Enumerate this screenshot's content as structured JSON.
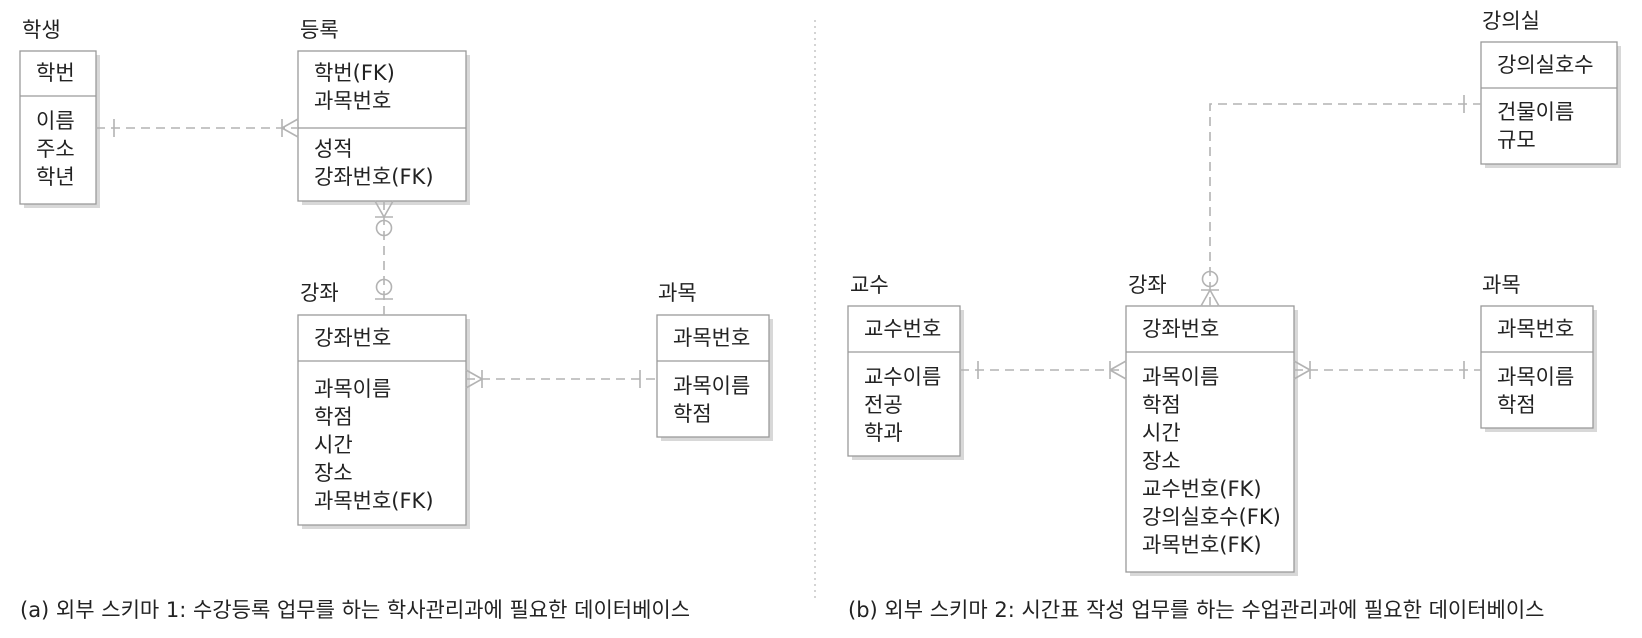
{
  "schema_a": {
    "caption": "(a) 외부 스키마 1: 수강등록 업무를 하는 학사관리과에 필요한 데이터베이스",
    "student": {
      "title": "학생",
      "key": [
        "학번"
      ],
      "attrs": [
        "이름",
        "주소",
        "학년"
      ]
    },
    "enrollment": {
      "title": "등록",
      "key": [
        "학번(FK)",
        "과목번호"
      ],
      "attrs": [
        "성적",
        "강좌번호(FK)"
      ]
    },
    "lecture": {
      "title": "강좌",
      "key": [
        "강좌번호"
      ],
      "attrs": [
        "과목이름",
        "학점",
        "시간",
        "장소",
        "과목번호(FK)"
      ]
    },
    "course": {
      "title": "과목",
      "key": [
        "과목번호"
      ],
      "attrs": [
        "과목이름",
        "학점"
      ]
    }
  },
  "schema_b": {
    "caption": "(b) 외부 스키마 2: 시간표 작성 업무를 하는 수업관리과에 필요한 데이터베이스",
    "professor": {
      "title": "교수",
      "key": [
        "교수번호"
      ],
      "attrs": [
        "교수이름",
        "전공",
        "학과"
      ]
    },
    "lecture": {
      "title": "강좌",
      "key": [
        "강좌번호"
      ],
      "attrs": [
        "과목이름",
        "학점",
        "시간",
        "장소",
        "교수번호(FK)",
        "강의실호수(FK)",
        "과목번호(FK)"
      ]
    },
    "classroom": {
      "title": "강의실",
      "key": [
        "강의실호수"
      ],
      "attrs": [
        "건물이름",
        "규모"
      ]
    },
    "course": {
      "title": "과목",
      "key": [
        "과목번호"
      ],
      "attrs": [
        "과목이름",
        "학점"
      ]
    }
  },
  "colors": {
    "box_border": "#9a9a9a",
    "relationship_line": "#b3b3b3",
    "text": "#222222"
  }
}
